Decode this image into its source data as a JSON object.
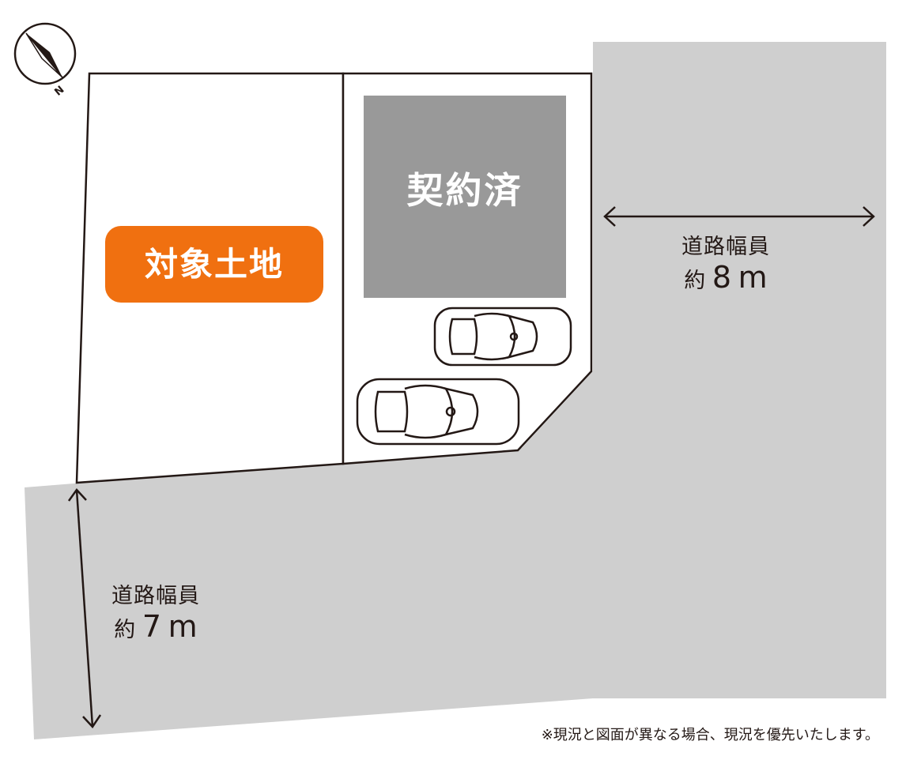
{
  "plot": {
    "target_label": "対象土地",
    "contracted_label": "契約済"
  },
  "roads": {
    "east": {
      "name": "道路幅員",
      "prefix": "約",
      "width": "8",
      "unit": "m"
    },
    "south": {
      "name": "道路幅員",
      "prefix": "約",
      "width": "7",
      "unit": "m"
    }
  },
  "compass": {
    "north_label": "N"
  },
  "disclaimer": "※現況と図面が異なる場合、現況を優先いたします。",
  "colors": {
    "road": "#cfcfcf",
    "contracted": "#999999",
    "target_badge": "#f07010",
    "line": "#231815"
  },
  "icons": [
    "compass-icon",
    "car-icon",
    "car-icon",
    "double-arrow-icon",
    "double-arrow-icon"
  ]
}
